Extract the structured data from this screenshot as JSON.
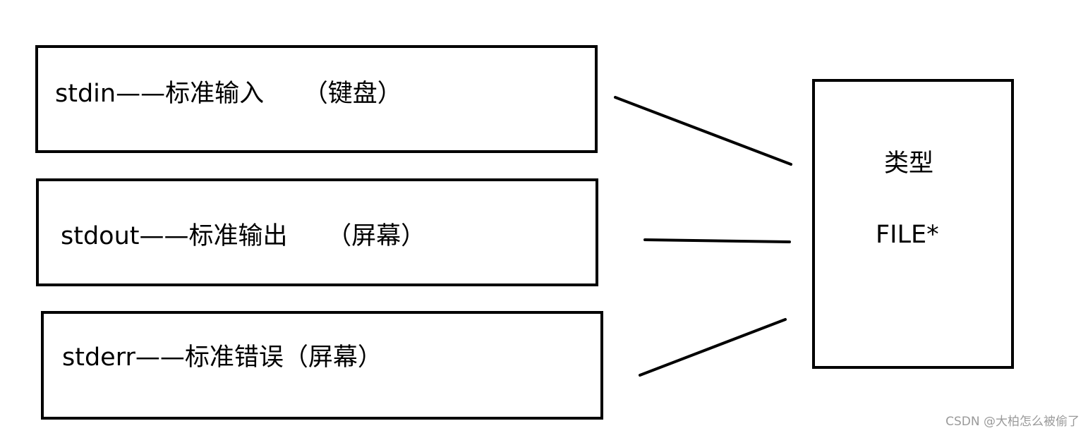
{
  "streams": [
    {
      "label": "stdin——标准输入     （键盘）"
    },
    {
      "label": "stdout——标准输出     （屏幕）"
    },
    {
      "label": "stderr——标准错误（屏幕）"
    }
  ],
  "type_box": {
    "title": "类型",
    "value": "FILE*"
  },
  "watermark": "CSDN @大柏怎么被偷了"
}
